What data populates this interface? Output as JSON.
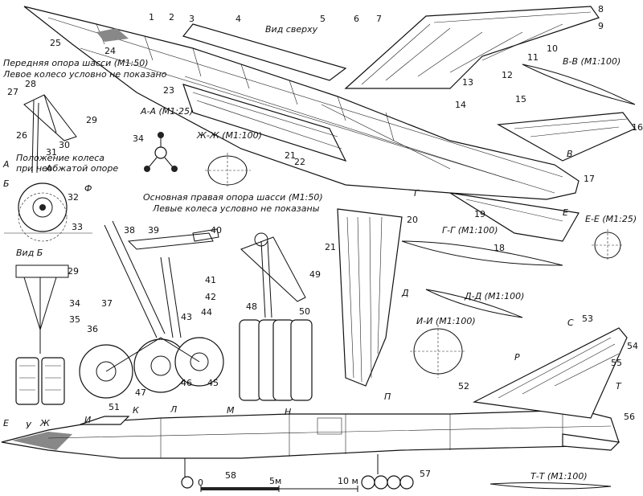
{
  "labels": {
    "top_view": "Вид сверху",
    "front_gear_1": "Передняя опора шасси (М1:50)",
    "front_gear_2": "Левое колесо условно не показано",
    "wheel_pos_1": "Положение колеса",
    "wheel_pos_2": "при необжатой опоре",
    "section_aa": "А-А (М1:25)",
    "section_zhzh": "Ж-Ж (М1:100)",
    "main_gear_1": "Основная правая опора шасси (М1:50)",
    "main_gear_2": "Левые колеса условно не показаны",
    "view_b": "Вид Б",
    "section_vv": "В-В (М1:100)",
    "section_gg": "Г-Г (М1:100)",
    "section_dd": "Д-Д (М1:100)",
    "section_ee": "Е-Е (М1:25)",
    "section_ii": "И-И (М1:100)",
    "section_tt": "Т-Т (М1:100)",
    "scale_0": "0",
    "scale_5": "5м",
    "scale_10": "10 м"
  },
  "callouts": [
    "1",
    "2",
    "3",
    "4",
    "5",
    "6",
    "7",
    "8",
    "9",
    "10",
    "11",
    "12",
    "13",
    "14",
    "15",
    "16",
    "17",
    "18",
    "19",
    "20",
    "21",
    "21",
    "22",
    "23",
    "24",
    "25",
    "26",
    "27",
    "28",
    "29",
    "29",
    "30",
    "31",
    "32",
    "33",
    "34",
    "34",
    "35",
    "36",
    "37",
    "38",
    "39",
    "40",
    "41",
    "42",
    "43",
    "44",
    "45",
    "46",
    "47",
    "48",
    "49",
    "50",
    "51",
    "52",
    "53",
    "54",
    "55",
    "56",
    "57",
    "58"
  ],
  "section_marks": [
    "А",
    "А",
    "Б",
    "Ф",
    "В",
    "Г",
    "Д",
    "Е",
    "Е",
    "У",
    "Ж",
    "И",
    "К",
    "Л",
    "М",
    "Н",
    "П",
    "Р",
    "С",
    "Т"
  ]
}
